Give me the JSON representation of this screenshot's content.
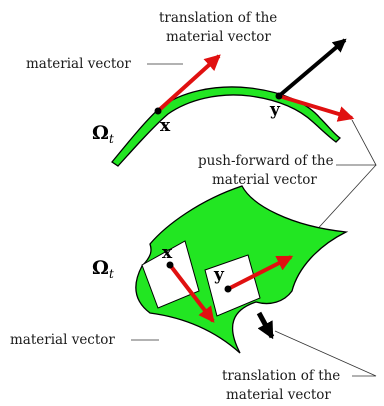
{
  "labels": {
    "translation_top_line1": "translation of the",
    "translation_top_line2": "material vector",
    "material_vector_top": "material vector",
    "push_forward_line1": "push-forward of the",
    "push_forward_line2": "material vector",
    "material_vector_bottom": "material vector",
    "translation_bottom_line1": "translation of the",
    "translation_bottom_line2": "material vector"
  },
  "points": {
    "x_top": "x",
    "y_top": "y",
    "x_bottom": "x",
    "y_bottom": "y"
  },
  "domain": {
    "symbol": "Ω",
    "subscript": "t"
  },
  "colors": {
    "body_fill": "#22e622",
    "material_vector": "#e01010",
    "translation_vector": "#000000",
    "outline": "#000000"
  }
}
